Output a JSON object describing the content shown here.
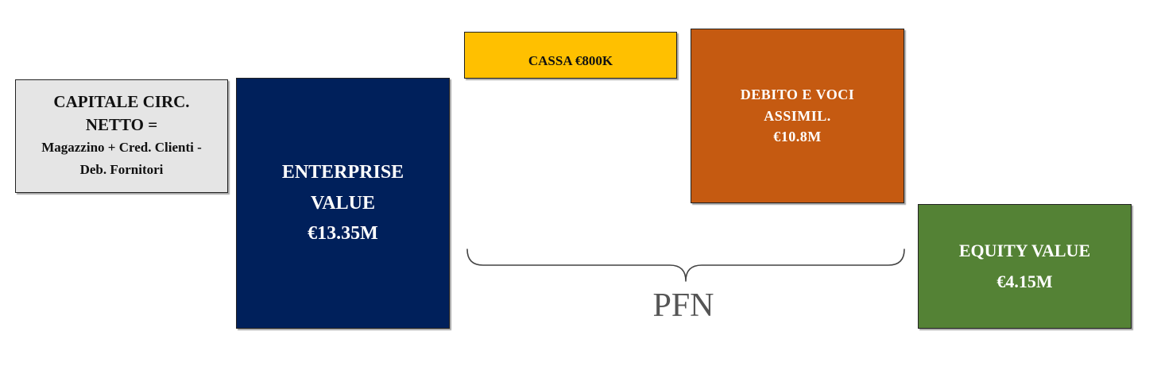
{
  "ccn": {
    "line1": "CAPITALE CIRC.",
    "line2": "NETTO =",
    "line3": "Magazzino + Cred. Clienti -",
    "line4": "Deb. Fornitori"
  },
  "enterprise_value": {
    "line1": "ENTERPRISE",
    "line2": "VALUE",
    "amount": "€13.35M"
  },
  "cassa": {
    "label": "CASSA €800K"
  },
  "debito": {
    "line1": "DEBITO E VOCI",
    "line2": "ASSIMIL.",
    "amount": "€10.8M"
  },
  "equity_value": {
    "line1": "EQUITY VALUE",
    "amount": "€4.15M"
  },
  "pfn": {
    "label": "PFN"
  },
  "colors": {
    "ccn_bg": "#e5e5e5",
    "enterprise_bg": "#00205b",
    "cassa_bg": "#ffc000",
    "debito_bg": "#c55a11",
    "equity_bg": "#548235"
  }
}
